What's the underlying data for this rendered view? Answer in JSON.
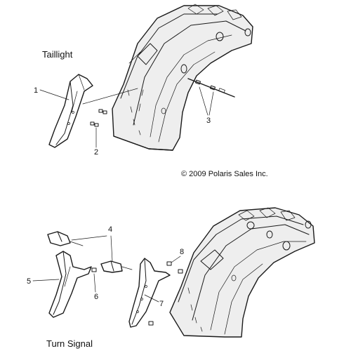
{
  "sections": {
    "taillight_title": "Taillight",
    "turn_signal_title": "Turn Signal"
  },
  "copyright": "© 2009 Polaris Sales Inc.",
  "callouts": [
    {
      "number": "1",
      "part": "taillight-housing"
    },
    {
      "number": "2",
      "part": "taillight-nuts"
    },
    {
      "number": "3",
      "part": "taillight-harness"
    },
    {
      "number": "4",
      "part": "turn-signal-lamps"
    },
    {
      "number": "5",
      "part": "left-turn-signal-housing"
    },
    {
      "number": "6",
      "part": "left-housing-nut"
    },
    {
      "number": "7",
      "part": "right-turn-signal-housing"
    },
    {
      "number": "8",
      "part": "right-housing-nut"
    }
  ],
  "colors": {
    "line": "#1a1a1a",
    "background": "#ffffff"
  }
}
